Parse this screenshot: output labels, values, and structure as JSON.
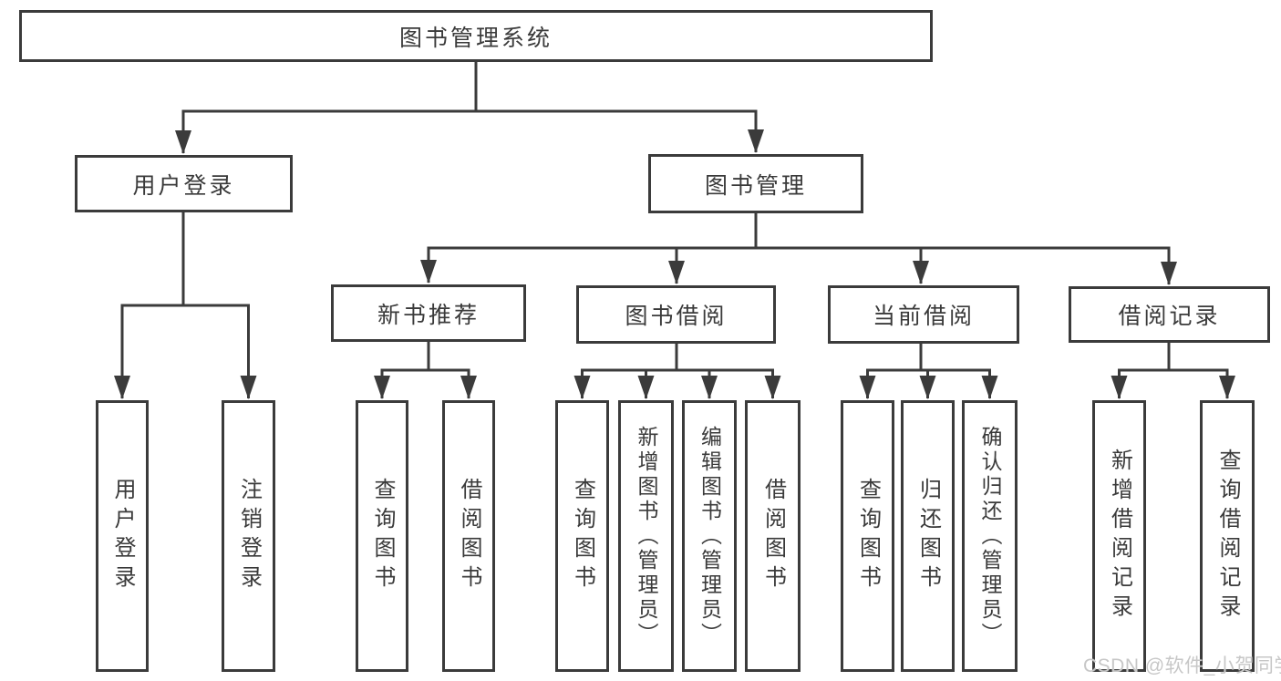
{
  "diagram": {
    "title": "图书管理系统",
    "watermark": "CSDN @软件_小贺同学",
    "colors": {
      "line": "#3b3b3b",
      "text": "#3a3a3a",
      "watermark": "#c7c7c7",
      "box_bg": "#ffffff"
    },
    "root": {
      "label": "图书管理系统"
    },
    "level2": {
      "user_login": {
        "label": "用户登录"
      },
      "book_mgmt": {
        "label": "图书管理"
      }
    },
    "level3": {
      "new_book": {
        "label": "新书推荐"
      },
      "borrow": {
        "label": "图书借阅"
      },
      "current": {
        "label": "当前借阅"
      },
      "records": {
        "label": "借阅记录"
      }
    },
    "leaves": {
      "login": {
        "label": "用户登录"
      },
      "logout": {
        "label": "注销登录"
      },
      "nb_query": {
        "label": "查询图书"
      },
      "nb_borrow": {
        "label": "借阅图书"
      },
      "bw_query": {
        "label": "查询图书"
      },
      "bw_add": {
        "label": "新增图书（管理员）"
      },
      "bw_edit": {
        "label": "编辑图书（管理员）"
      },
      "bw_borrow": {
        "label": "借阅图书"
      },
      "cu_query": {
        "label": "查询图书"
      },
      "cu_return": {
        "label": "归还图书"
      },
      "cu_confirm": {
        "label": "确认归还（管理员）"
      },
      "rc_add": {
        "label": "新增借阅记录"
      },
      "rc_query": {
        "label": "查询借阅记录"
      }
    }
  }
}
